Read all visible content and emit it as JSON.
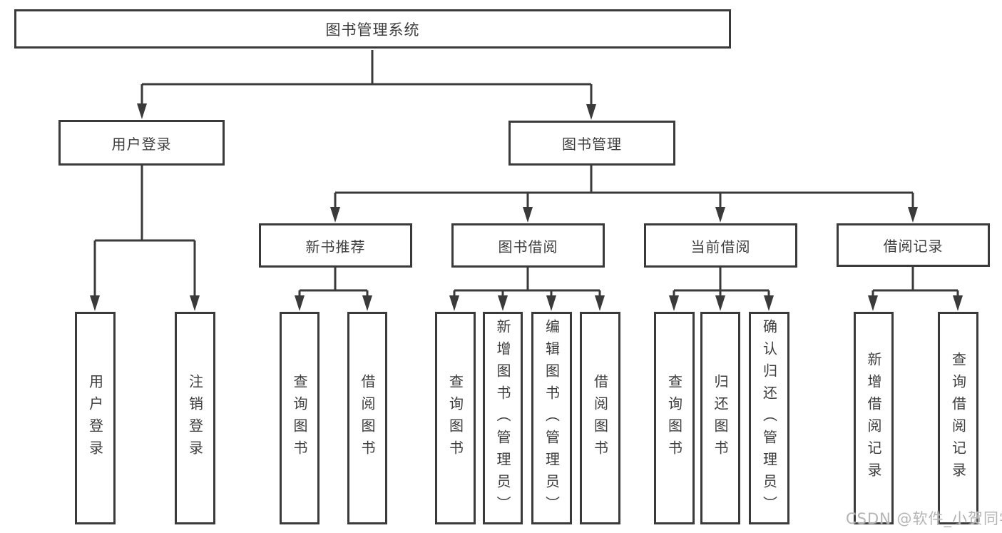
{
  "diagram": {
    "title": "图书管理系统",
    "root": {
      "label": "图书管理系统"
    },
    "branches": [
      {
        "label": "用户登录"
      },
      {
        "label": "图书管理"
      }
    ],
    "sections": [
      {
        "label": "新书推荐"
      },
      {
        "label": "图书借阅"
      },
      {
        "label": "当前借阅"
      },
      {
        "label": "借阅记录"
      }
    ],
    "leaves": [
      {
        "label": "用户登录",
        "parent": "用户登录"
      },
      {
        "label": "注销登录",
        "parent": "用户登录"
      },
      {
        "label": "查询图书",
        "parent": "新书推荐"
      },
      {
        "label": "借阅图书",
        "parent": "新书推荐"
      },
      {
        "label": "查询图书",
        "parent": "图书借阅"
      },
      {
        "label": "新增图书（管理员）",
        "parent": "图书借阅"
      },
      {
        "label": "编辑图书（管理员）",
        "parent": "图书借阅"
      },
      {
        "label": "借阅图书",
        "parent": "图书借阅"
      },
      {
        "label": "查询图书",
        "parent": "当前借阅"
      },
      {
        "label": "归还图书",
        "parent": "当前借阅"
      },
      {
        "label": "确认归还（管理员）",
        "parent": "当前借阅"
      },
      {
        "label": "新增借阅记录",
        "parent": "借阅记录"
      },
      {
        "label": "查询借阅记录",
        "parent": "借阅记录"
      }
    ]
  },
  "watermark": {
    "text": "CSDN @软件_小贺同学"
  },
  "colors": {
    "line": "#3a3a3a",
    "box_border": "#3a3a3a",
    "text": "#3d3d3d",
    "watermark": "#b4b4b4",
    "background": "#ffffff"
  }
}
